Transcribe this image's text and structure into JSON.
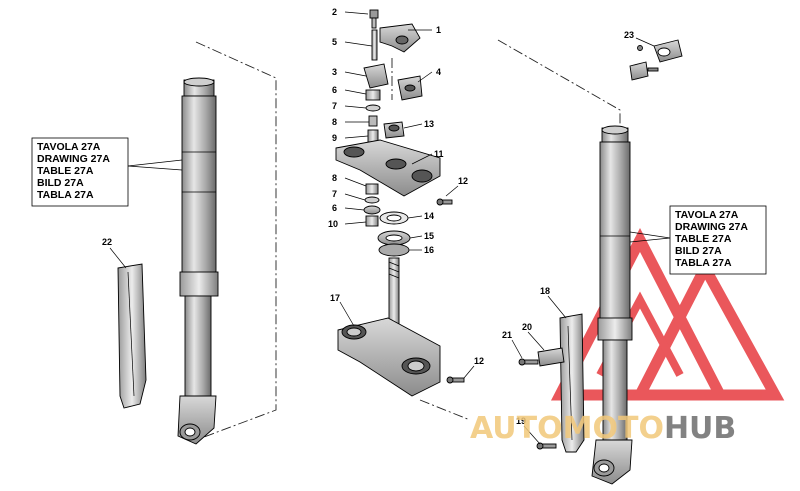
{
  "diagram": {
    "reference_box_left": [
      "TAVOLA 27A",
      "DRAWING 27A",
      "TABLE 27A",
      "BILD 27A",
      "TABLA 27A"
    ],
    "reference_box_right": [
      "TAVOLA 27A",
      "DRAWING 27A",
      "TABLE 27A",
      "BILD 27A",
      "TABLA 27A"
    ],
    "callouts": {
      "c1": "1",
      "c2": "2",
      "c3": "3",
      "c4": "4",
      "c5": "5",
      "c6a": "6",
      "c6b": "6",
      "c7a": "7",
      "c7b": "7",
      "c8a": "8",
      "c8b": "8",
      "c9": "9",
      "c10": "10",
      "c11": "11",
      "c12a": "12",
      "c12b": "12",
      "c13": "13",
      "c14": "14",
      "c15": "15",
      "c16": "16",
      "c17": "17",
      "c18": "18",
      "c19": "19",
      "c20": "20",
      "c21": "21",
      "c22": "22",
      "c23": "23"
    }
  },
  "watermark": {
    "text_part1": "AUTOMOTO",
    "text_part2": "HUB",
    "color_primary": "#e8454a",
    "color_accent": "#f2c87a",
    "color_secondary": "#6d6d6d"
  }
}
